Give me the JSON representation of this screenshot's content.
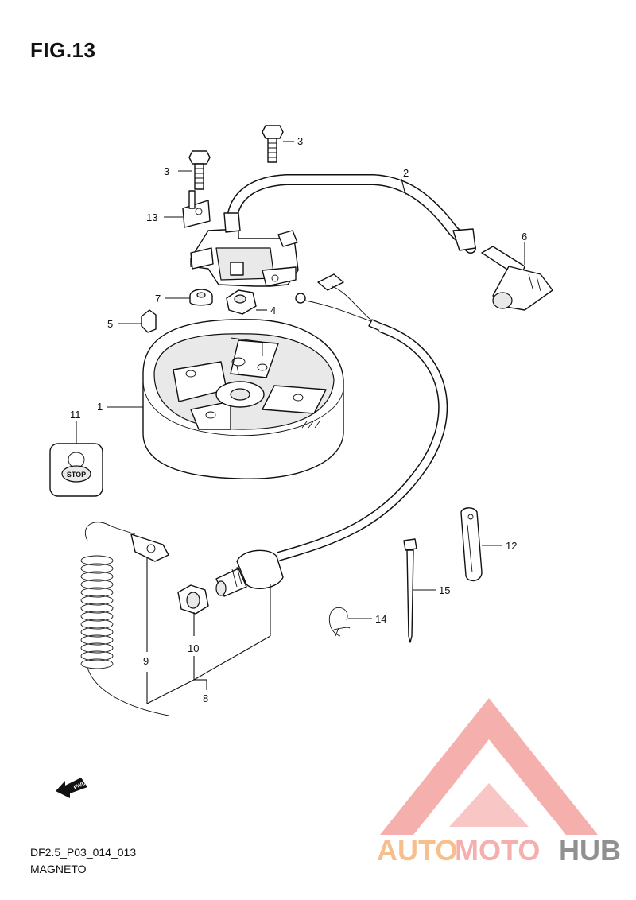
{
  "header": {
    "fig_title": "FIG.13"
  },
  "footer": {
    "diagram_code": "DF2.5_P03_014_013",
    "section_name": "MAGNETO"
  },
  "callouts": {
    "c1": "1",
    "c2": "2",
    "c3a": "3",
    "c3b": "3",
    "c4": "4",
    "c5": "5",
    "c6": "6",
    "c7": "7",
    "c8": "8",
    "c9": "9",
    "c10": "10",
    "c11": "11",
    "c12": "12",
    "c13": "13",
    "c14": "14",
    "c15": "15"
  },
  "labels": {
    "stop_switch": "STOP",
    "fwd_arrow": "FWD"
  },
  "watermark": {
    "part1": "AUTO",
    "part2": "MOTO",
    "part3": "HUB",
    "color_light": "#f4a3a0",
    "color_mid": "#f5b47a",
    "color_dark": "#7d7d7d"
  },
  "icons": {
    "fwd_arrow": "fwd-arrow-icon",
    "watermark_logo": "triangle-m-logo-icon"
  }
}
